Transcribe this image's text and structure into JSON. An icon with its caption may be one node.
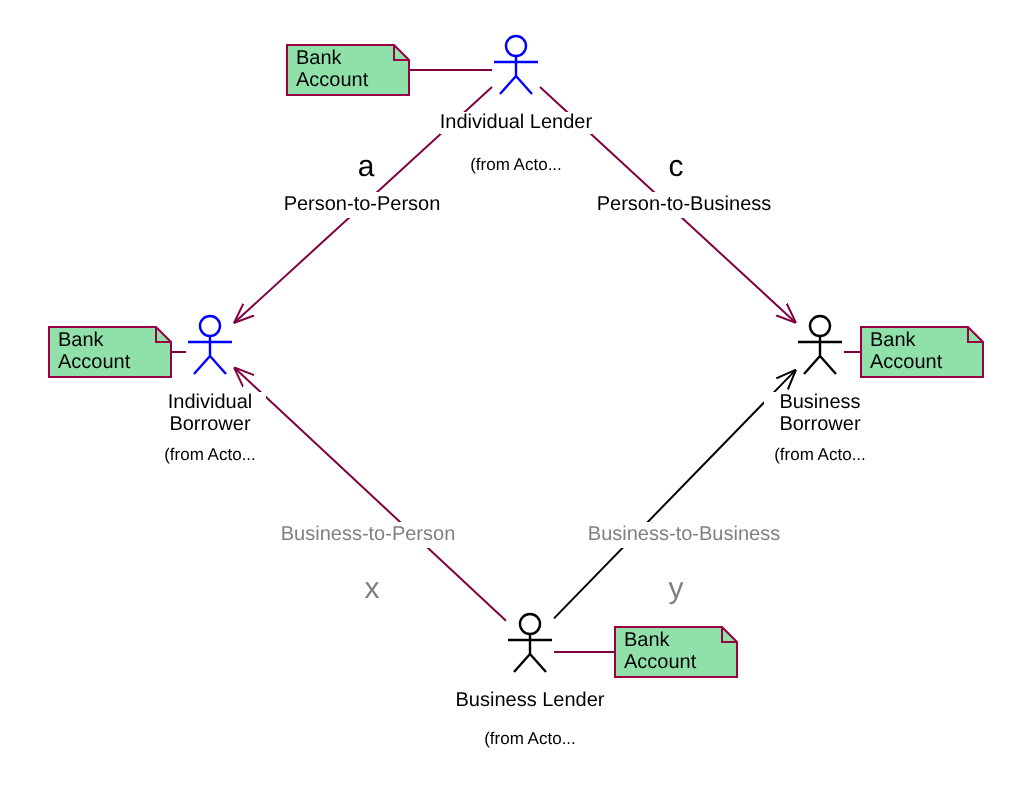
{
  "diagram": {
    "nodes": [
      {
        "text": [
          "Bank Account"
        ]
      },
      {
        "text": [
          "Individual Lender"
        ],
        "beside": [
          "(from Acto..."
        ]
      },
      {
        "text": [
          "Bank Account"
        ]
      },
      {
        "text": [
          "Individual Borrower"
        ],
        "beside": [
          "(from Acto..."
        ]
      },
      {
        "text": [
          "Business Borrower"
        ],
        "beside": [
          "(from Acto..."
        ]
      },
      {
        "text": [
          "Bank Account"
        ]
      },
      {
        "text": [
          "Business Lender"
        ],
        "beside": [
          "(from Acto..."
        ]
      },
      {
        "text": [
          "Bank Account"
        ]
      }
    ],
    "edges": [
      {
        "from": 1,
        "to": 3,
        "arrow": "to",
        "label": "Person-to-Person"
      },
      {
        "from": 1,
        "to": 4,
        "arrow": "to",
        "label": "Person-to-Business"
      },
      {
        "from": 6,
        "to": 3,
        "arrow": "to",
        "label": "Business-to-Person"
      },
      {
        "from": 6,
        "to": 4,
        "arrow": "to",
        "label": "Business-to-Business",
        "color": "#000000"
      },
      {
        "from": 0,
        "to": 1,
        "arrow": "none"
      },
      {
        "from": 2,
        "to": 3,
        "arrow": "none"
      },
      {
        "from": 4,
        "to": 5,
        "arrow": "none"
      },
      {
        "from": 6,
        "to": 7,
        "arrow": "none"
      }
    ],
    "labels": [
      "a",
      "c",
      "x",
      "y"
    ]
  }
}
